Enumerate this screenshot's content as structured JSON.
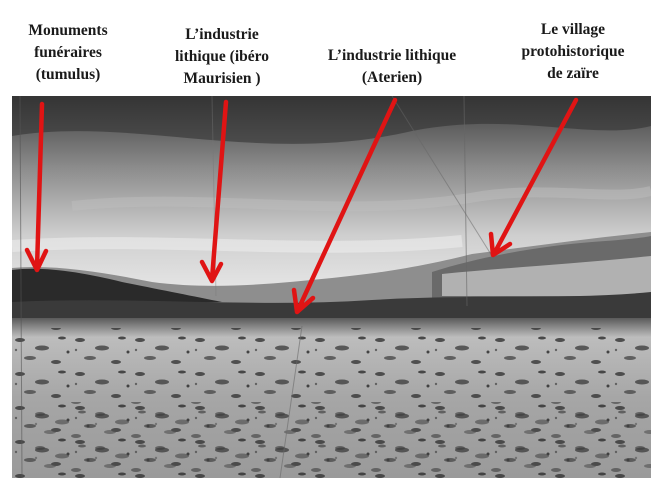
{
  "labels": [
    {
      "text": "Monuments\nfunéraires\n(tumulus)"
    },
    {
      "text": "L’industrie\nlithique (ibéro\nMaurisien )"
    },
    {
      "text": "L’industrie lithique\n(Aterien)"
    },
    {
      "text": "Le village\nprotohistorique\nde zaïre"
    }
  ],
  "colors": {
    "arrow": "#e01414",
    "label_text": "#1a1a1a",
    "sky_light": "#e6e6e6",
    "sky_dark": "#4a4a4a",
    "ground": "#a9a9a9"
  }
}
